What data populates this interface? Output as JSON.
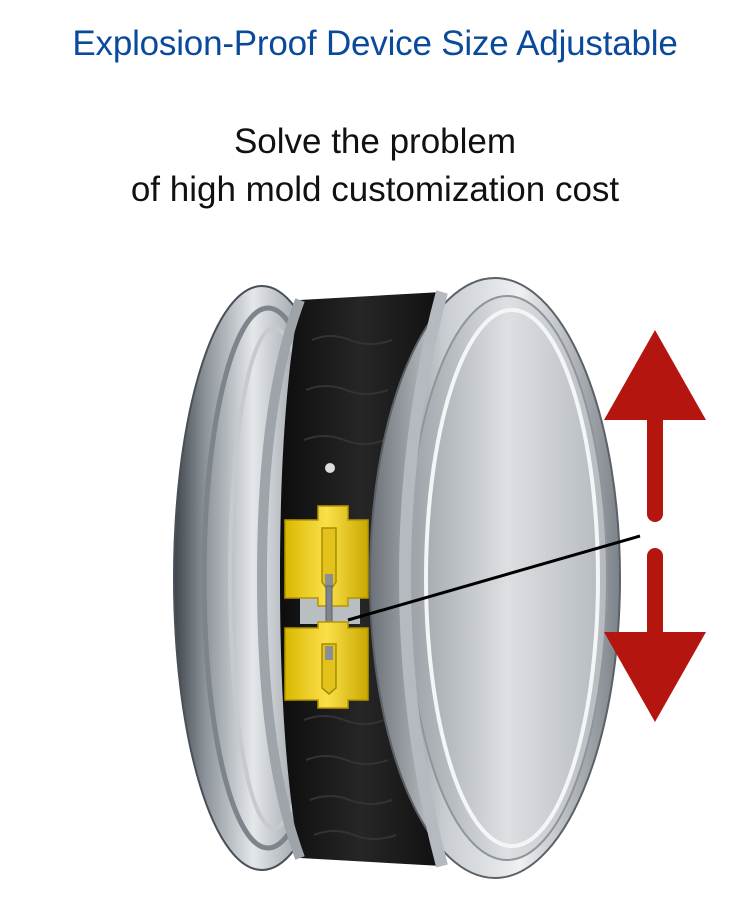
{
  "header": {
    "title": "Explosion-Proof Device Size Adjustable",
    "subtitle_line1": "Solve the problem",
    "subtitle_line2": "of high mold customization cost"
  },
  "product": {
    "icon": "adjustable-rim-band-icon",
    "arrow_icon": "double-headed-vertical-arrow-icon"
  },
  "colors": {
    "title": "#0a4a9c",
    "arrow": "#b4150f",
    "clip": "#f2d21a",
    "band": "#1a1a1a",
    "rim_light": "#e2e5e8",
    "rim_dark": "#5d636a"
  }
}
